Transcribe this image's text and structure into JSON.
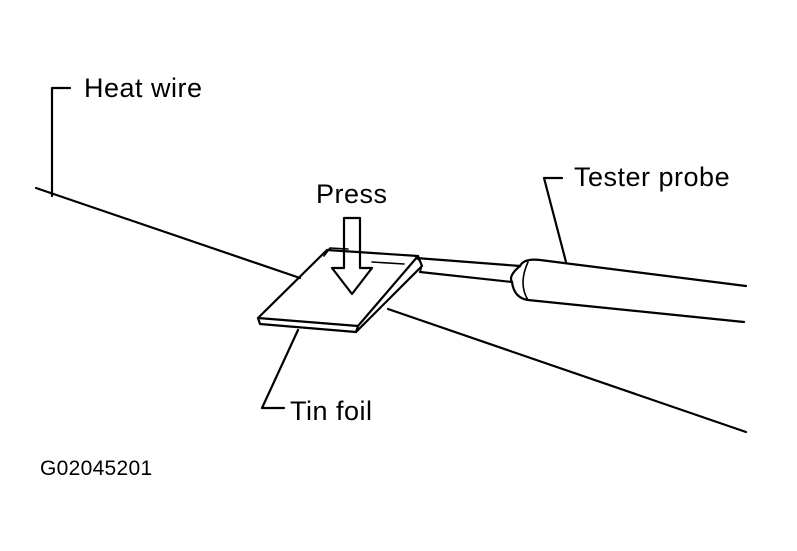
{
  "labels": {
    "heat_wire": "Heat wire",
    "press": "Press",
    "tester_probe": "Tester probe",
    "tin_foil": "Tin foil"
  },
  "figure_code": "G02045201"
}
